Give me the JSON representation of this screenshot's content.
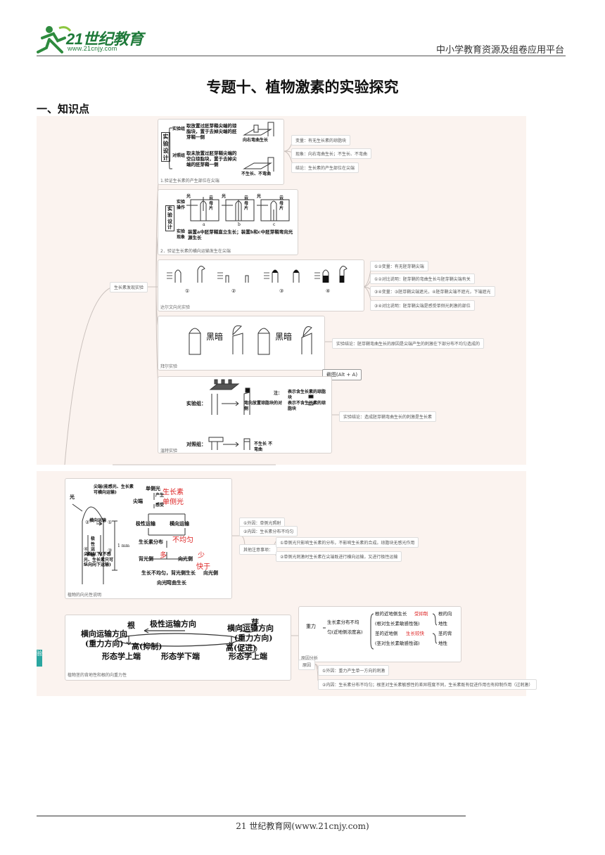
{
  "header": {
    "logo_text": "21世纪教育",
    "logo_sub": "www.21cnjy.com",
    "right_text": "中小学教育资源及组卷应用平台"
  },
  "title": "专题十、植物激素的实验探究",
  "section1": "一、知识点",
  "panel1": {
    "root_label": "生长素发现实验",
    "card1": {
      "box_label": "实验设计",
      "exp_label": "实验组",
      "exp_text": "取放置过胚芽鞘尖端的琼脂块，置于去掉尖端的胚芽鞘一侧",
      "exp_result": "向右弯曲生长",
      "ctrl_label": "对照组",
      "ctrl_text": "取未放置过胚芽鞘尖端的空白琼脂块，置于去掉尖端的胚芽鞘一侧",
      "ctrl_result": "不生长、不弯曲",
      "caption": "1.验证生长素的产生部位在尖端",
      "notes": [
        "变量：有无生长素的琼脂块",
        "现象：向右弯曲生长；不生长、不弯曲",
        "结论：生长素的产生部位在尖端"
      ]
    },
    "card2": {
      "box1": "实验操作",
      "box2": "实验现象",
      "light": "光",
      "mica": "云母片",
      "labels": [
        "a",
        "b",
        "c"
      ],
      "result": "装置a中胚芽鞘直立生长；装置b和c中胚芽鞘弯向光源生长",
      "caption": "2．验证生长素的横向运输发生在尖端"
    },
    "card3": {
      "nums": [
        "①",
        "②",
        "③",
        "④"
      ],
      "caption": "达尔文向光实验",
      "notes": [
        "①②变量：有无胚芽鞘尖端",
        "①②对比说明：胚芽鞘的弯曲生长与胚芽鞘尖端有关",
        "③④变量：③胚芽鞘尖端遮光，④胚芽鞘尖端不遮光，下端遮光",
        "③④对比说明：胚芽鞘尖端是感受单侧光刺激的部位"
      ]
    },
    "card4": {
      "dark": "黑暗",
      "caption": "拜尔实验",
      "note": "实验结论：胚芽鞘弯曲生长的原因是尖端产生的刺激在下部分布不均匀造成的"
    },
    "tooltip": "截图(Alt + A)",
    "card5": {
      "exp": "实验组：",
      "exp_result": "弯向放置琼脂块的对侧",
      "ctrl": "对照组：",
      "ctrl_result": "不生长 不弯曲",
      "legend1": "表示含生长素的琼脂块",
      "legend2": "表示不含生长素的琼脂块",
      "note_prefix": "注：",
      "caption": "温特实验",
      "note": "实验结论：造成胚芽鞘弯曲生长的刺激是生长素"
    }
  },
  "panel2": {
    "card1": {
      "light": "光",
      "tip_note": "尖端(能感光、生长素可横向运输)",
      "horiz": "横向运输",
      "polar": "极性运输",
      "below": "尖端以下(不感光、生长素只可纵向向下运输)",
      "mm": "1 mm",
      "nums": [
        "①",
        "②",
        "③",
        "④",
        "⑤"
      ],
      "single_light": "单侧光",
      "tip": "尖端",
      "produce": "产生",
      "feel": "感受",
      "auxin": "生长素",
      "single_light2": "单侧光",
      "polar2": "极性运输",
      "horiz2": "横向运输",
      "distrib": "生长素分布",
      "uneven": "不均匀",
      "shade": "背光侧",
      "more": "多",
      "light_side": "向光侧",
      "less": "少",
      "fast": "快于",
      "unequal": "生长不均匀，背光侧生长",
      "light_side2": "向光侧",
      "bend": "向光弯曲生长",
      "caption": "植物的向光性说明",
      "notes_a": [
        "①外因：单侧光照射",
        "②内因：生长素分布不均匀"
      ],
      "notes_b_label": "其他注意事项：",
      "notes_b": [
        "①单侧光只影响生长素的分布，不影响生长素的合成。琼脂块无感光作用",
        "②单侧光刺激时生长素在尖端既进行横向运输，又进行极性运输"
      ]
    },
    "card2": {
      "root": "根",
      "bud": "芽",
      "polar": "极性运输方向",
      "h_left": "横向运输方向",
      "g_left": "(重力方向)",
      "h_right": "横向运输方向",
      "g_right": "(重力方向)",
      "high_left": "高(抑制)",
      "high_right": "高(促进)",
      "up": "形态学上端",
      "down": "形态学下端",
      "up2": "形态学上端",
      "caption": "植物茎的背地性和根的向重力性"
    },
    "card3": {
      "gravity": "重力",
      "uneven": "生长素分布不均",
      "near": "匀(近地侧浓度高)",
      "r1a": "根的近地侧生长",
      "r1b": "受抑制",
      "r1c": "根的向",
      "r2": "(根对生长素敏感性强)",
      "r2c": "地性",
      "r3a": "茎的近地侧",
      "r3b": "生长较快",
      "r3c": "茎的背",
      "r4": "(茎对生长素敏感性弱)",
      "r4c": "地性",
      "caption": "原因分析",
      "reason": "原因",
      "notes": [
        "①外因：重力产生单一方向的刺激",
        "②内因：生长素分布不均匀；根茎对生长素敏感性的差异程度不同，生长素既有促进作用也有抑制作用（过刺激）"
      ]
    },
    "left_tab": "验"
  },
  "footer": "21 世纪教育网(www.21cnjy.com)"
}
